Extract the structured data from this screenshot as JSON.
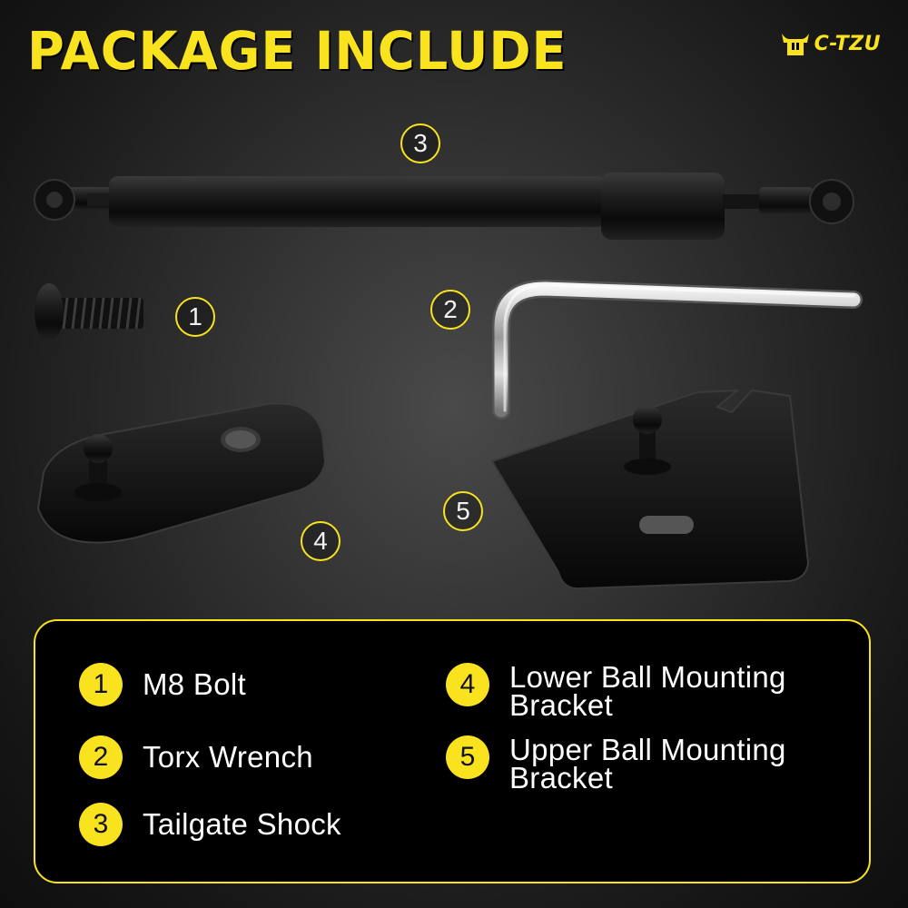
{
  "title": "PACKAGE INCLUDE",
  "brand": {
    "name": "C-TZU",
    "color": "#f9e21e"
  },
  "callouts": {
    "shock": "3",
    "bolt": "1",
    "wrench": "2",
    "lower_bracket": "4",
    "upper_bracket": "5"
  },
  "items": [
    {
      "number": "1",
      "label": "M8 Bolt"
    },
    {
      "number": "2",
      "label": "Torx Wrench"
    },
    {
      "number": "3",
      "label": "Tailgate Shock"
    },
    {
      "number": "4",
      "label": "Lower Ball Mounting Bracket"
    },
    {
      "number": "5",
      "label": "Upper Ball Mounting Bracket"
    }
  ]
}
